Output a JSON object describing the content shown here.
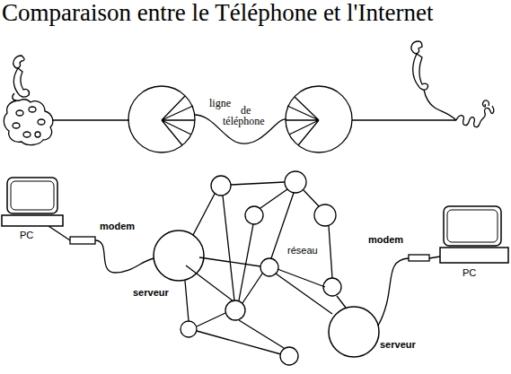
{
  "diagram": {
    "title": "Comparaison entre le Téléphone et l'Internet",
    "nodes": [
      {
        "text": [
          "PC"
        ]
      },
      {
        "text": [
          "modem"
        ]
      },
      {
        "text": [
          "serveur"
        ]
      },
      {
        "text": [
          "modem"
        ]
      },
      {
        "text": [
          "PC"
        ]
      },
      {
        "text": [
          "serveur"
        ]
      }
    ],
    "edges": [
      {
        "from": 0,
        "to": 1,
        "arrow": "none"
      },
      {
        "from": 1,
        "to": 2,
        "arrow": "none"
      },
      {
        "from": 3,
        "to": 4,
        "arrow": "none"
      },
      {
        "from": 3,
        "to": 5,
        "arrow": "none"
      }
    ],
    "labels": [
      "ligne",
      "de",
      "téléphone",
      "réseau"
    ]
  }
}
